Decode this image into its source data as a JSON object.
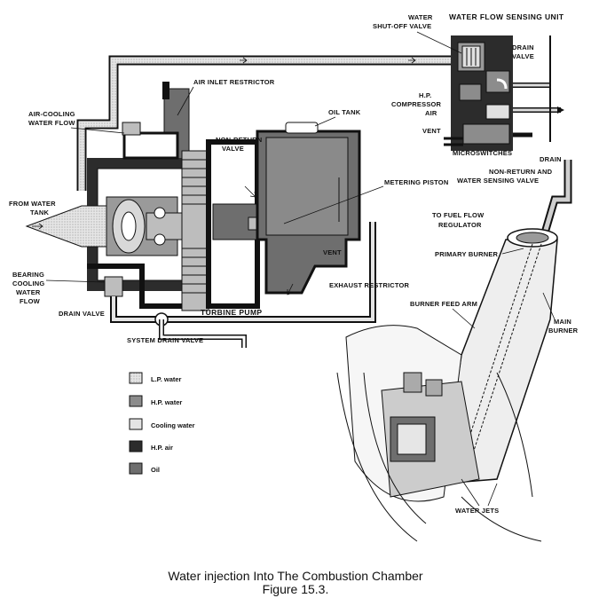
{
  "title": "WATER FLOW SENSING UNIT",
  "labels": {
    "water_shutoff_valve_1": "WATER",
    "water_shutoff_valve_2": "SHUT-OFF VALVE",
    "drain_valve_top_1": "DRAIN",
    "drain_valve_top_2": "VALVE",
    "air_inlet_restrictor": "AIR INLET RESTRICTOR",
    "oil_tank": "OIL TANK",
    "hp_compressor_air_1": "H.P.",
    "hp_compressor_air_2": "COMPRESSOR",
    "hp_compressor_air_3": "AIR",
    "vent_right": "VENT",
    "drain_right": "DRAIN",
    "microswitches": "MICROSWITCHES",
    "nonreturn_sensing_1": "NON-RETURN AND",
    "nonreturn_sensing_2": "WATER SENSING VALVE",
    "air_cooling_flow_1": "AIR-COOLING",
    "air_cooling_flow_2": "WATER FLOW",
    "nonreturn_valve_1": "NON-RETURN",
    "nonreturn_valve_2": "VALVE",
    "metering_piston": "METERING PISTON",
    "from_water_tank_1": "FROM WATER",
    "from_water_tank_2": "TANK",
    "to_fuel_flow_1": "TO FUEL FLOW",
    "to_fuel_flow_2": "REGULATOR",
    "primary_burner": "PRIMARY BURNER",
    "vent_mid": "VENT",
    "bearing_cooling_1": "BEARING",
    "bearing_cooling_2": "COOLING",
    "bearing_cooling_3": "WATER",
    "bearing_cooling_4": "FLOW",
    "exhaust_restrictor": "EXHAUST RESTRICTOR",
    "drain_valve_left": "DRAIN VALVE",
    "turbine_pump": "TURBINE PUMP",
    "burner_feed_arm": "BURNER FEED ARM",
    "main_burner_1": "MAIN",
    "main_burner_2": "BURNER",
    "system_drain_valve": "SYSTEM DRAIN VALVE",
    "water_jets": "WATER JETS"
  },
  "legend": [
    {
      "label": "L.P. water",
      "color": "#d8d8d8"
    },
    {
      "label": "H.P. water",
      "color": "#8c8c8c"
    },
    {
      "label": "Cooling water",
      "color": "#e4e4e4"
    },
    {
      "label": "H.P. air",
      "color": "#2c2c2c"
    },
    {
      "label": "Oil",
      "color": "#6e6e6e"
    }
  ],
  "caption": {
    "line1": "Water injection Into The Combustion Chamber",
    "line2": "Figure 15.3."
  }
}
